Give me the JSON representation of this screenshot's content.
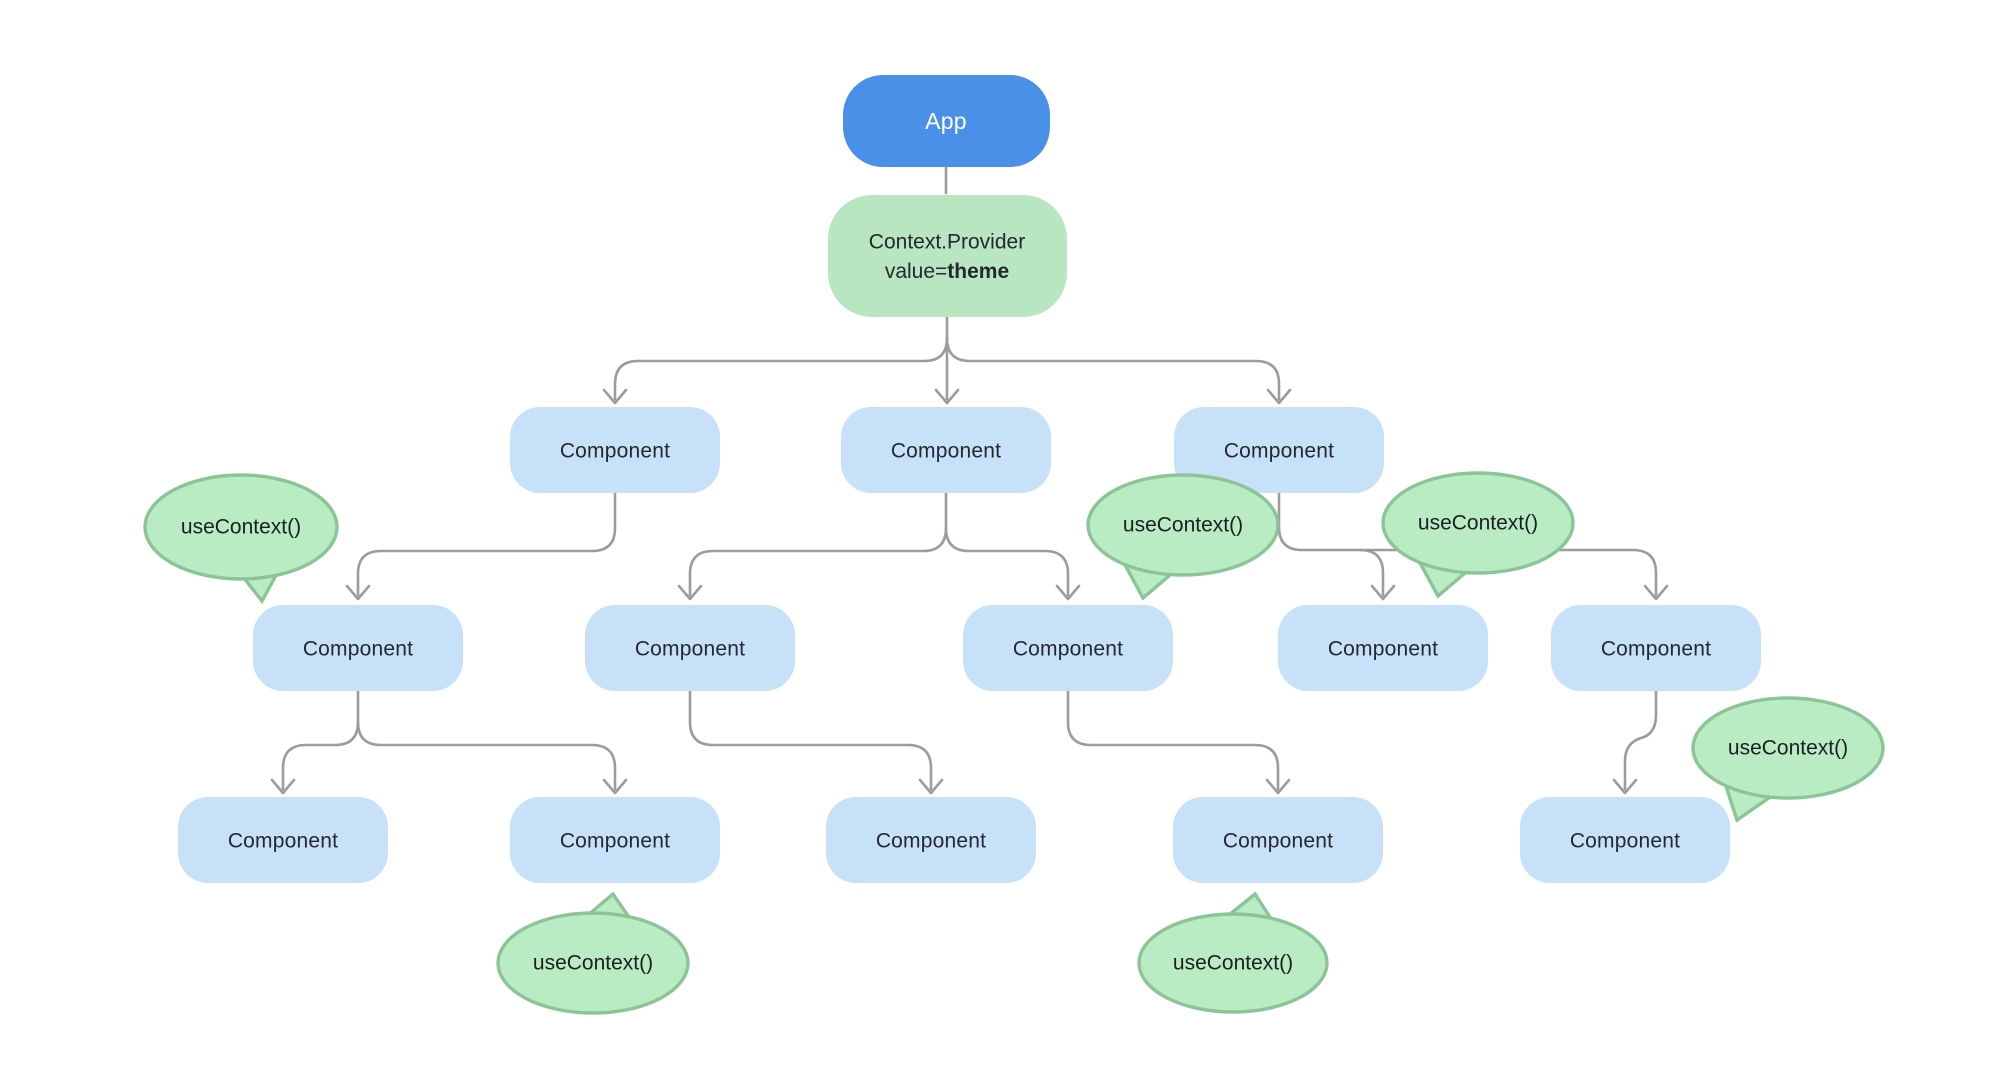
{
  "colors": {
    "app_fill": "#4a90e8",
    "app_text": "#ffffff",
    "component_fill": "#c7e1f9",
    "provider_fill": "#b7e6c0",
    "hook_fill": "#b9ecc3",
    "hook_border": "#8ac497",
    "edge": "#9c9c9c",
    "text": "#25282e"
  },
  "app": {
    "label": "App"
  },
  "provider": {
    "name": "Context.Provider",
    "prop_prefix": "value=",
    "prop_value": "theme"
  },
  "components": [
    {
      "id": "component-l2-1",
      "label": "Component"
    },
    {
      "id": "component-l2-2",
      "label": "Component"
    },
    {
      "id": "component-l2-3",
      "label": "Component"
    },
    {
      "id": "component-l3-1",
      "label": "Component"
    },
    {
      "id": "component-l3-2",
      "label": "Component"
    },
    {
      "id": "component-l3-3",
      "label": "Component"
    },
    {
      "id": "component-l3-4",
      "label": "Component"
    },
    {
      "id": "component-l3-5",
      "label": "Component"
    },
    {
      "id": "component-l4-1",
      "label": "Component"
    },
    {
      "id": "component-l4-2",
      "label": "Component"
    },
    {
      "id": "component-l4-3",
      "label": "Component"
    },
    {
      "id": "component-l4-4",
      "label": "Component"
    },
    {
      "id": "component-l4-5",
      "label": "Component"
    }
  ],
  "hooks": [
    {
      "id": "usecontext-1",
      "label": "useContext()"
    },
    {
      "id": "usecontext-2",
      "label": "useContext()"
    },
    {
      "id": "usecontext-3",
      "label": "useContext()"
    },
    {
      "id": "usecontext-4",
      "label": "useContext()"
    },
    {
      "id": "usecontext-5",
      "label": "useContext()"
    },
    {
      "id": "usecontext-6",
      "label": "useContext()"
    }
  ]
}
